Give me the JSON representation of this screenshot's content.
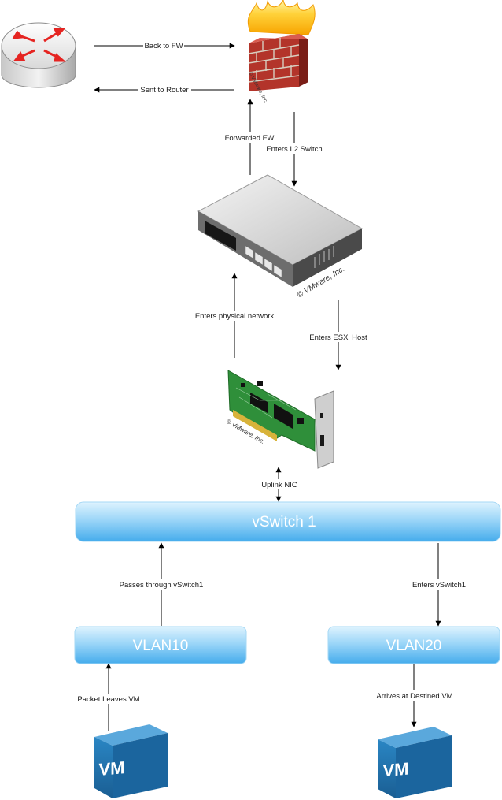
{
  "labels": {
    "back_to_fw": "Back to FW",
    "sent_to_router": "Sent to Router",
    "forwarded_fw": "Forwarded FW",
    "enters_l2_switch": "Enters L2 Switch",
    "enters_physical_network": "Enters physical network",
    "enters_esxi_host": "Enters ESXi Host",
    "uplink_nic": "Uplink NIC",
    "passes_through_vswitch1": "Passes through vSwitch1",
    "enters_vswitch1": "Enters vSwitch1",
    "packet_leaves_vm": "Packet Leaves VM",
    "arrives_at_destined_vm": "Arrives at Destined VM"
  },
  "nodes": {
    "vswitch": "vSwitch 1",
    "vlan10": "VLAN10",
    "vlan20": "VLAN20",
    "vm_left": "VM",
    "vm_right": "VM"
  },
  "watermarks": {
    "firewall": "© VMware, Inc.",
    "switch": "© VMware, Inc.",
    "nic": "© VMware, Inc."
  },
  "icons": [
    "router-icon",
    "firewall-icon",
    "l2-switch-icon",
    "nic-card-icon",
    "vm-cube-icon"
  ],
  "colors": {
    "bar_top": "#d6f0fd",
    "bar_bottom": "#4fb3ef",
    "vm_blue": "#1f6fa8",
    "arrow": "#000000",
    "router_arrow": "#e52421"
  }
}
